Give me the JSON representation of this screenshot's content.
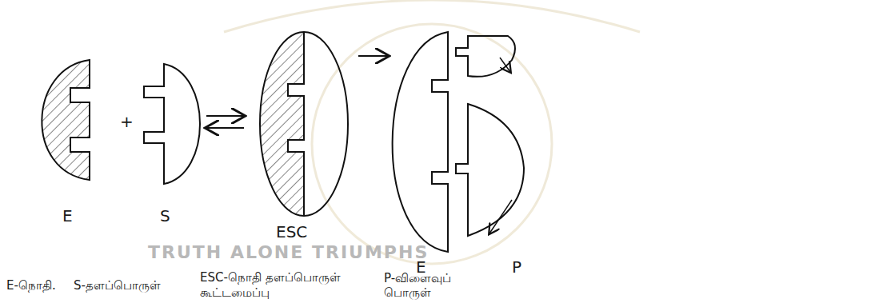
{
  "diagram": {
    "labels": [
      "E",
      "+",
      "S",
      "ESC",
      "E",
      "P",
      "E-நொதி.",
      "S-தளப்பொருள்",
      "ESC-நொதி தளப்பொருள் கூட்டமைப்பு",
      "P-விளைவுப் பொருள்",
      "TRUTH ALONE TRIUMPHS"
    ]
  }
}
